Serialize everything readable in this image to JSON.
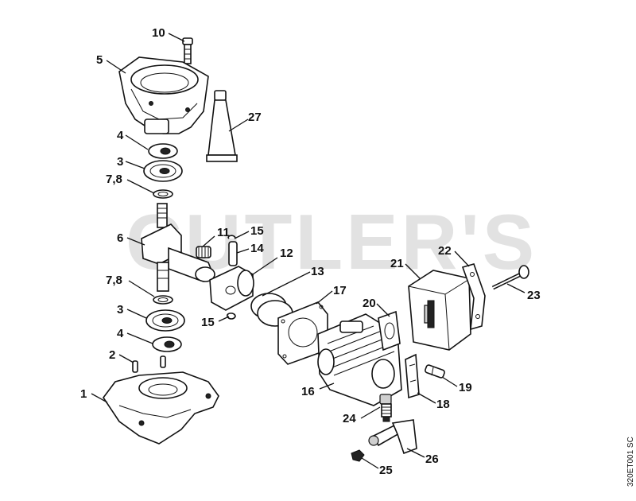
{
  "watermark": "CUTLER'S",
  "drawing_code": "320ET001 SC",
  "labels": {
    "n1": "1",
    "n2": "2",
    "n3a": "3",
    "n3b": "3",
    "n4a": "4",
    "n4b": "4",
    "n5": "5",
    "n6": "6",
    "n78a": "7,8",
    "n78b": "7,8",
    "n10": "10",
    "n11": "11",
    "n12": "12",
    "n13": "13",
    "n14": "14",
    "n15a": "15",
    "n15b": "15",
    "n16": "16",
    "n17": "17",
    "n18": "18",
    "n19": "19",
    "n20": "20",
    "n21": "21",
    "n22": "22",
    "n23": "23",
    "n24": "24",
    "n25": "25",
    "n26": "26",
    "n27": "27"
  }
}
